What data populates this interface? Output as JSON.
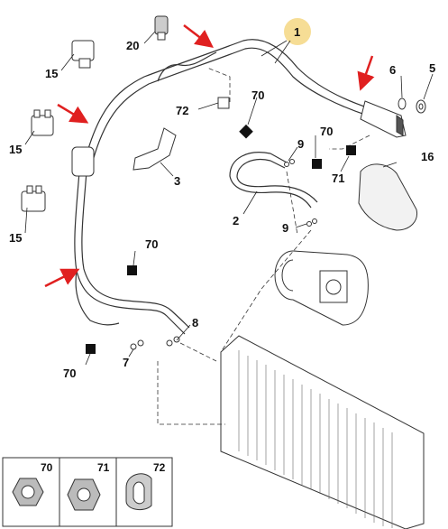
{
  "callouts": {
    "c1": "1",
    "c2": "2",
    "c3": "3",
    "c5": "5",
    "c6": "6",
    "c7": "7",
    "c8": "8",
    "c9a": "9",
    "c9b": "9",
    "c15a": "15",
    "c15b": "15",
    "c15c": "15",
    "c16": "16",
    "c20": "20",
    "c70a": "70",
    "c70b": "70",
    "c70c": "70",
    "c70d": "70",
    "c71": "71",
    "c72": "72"
  },
  "legend": {
    "k70": "70",
    "k71": "71",
    "k72": "72"
  },
  "colors": {
    "highlight_circle": "#f5d98a",
    "arrow": "#e02020",
    "line": "#222222"
  }
}
